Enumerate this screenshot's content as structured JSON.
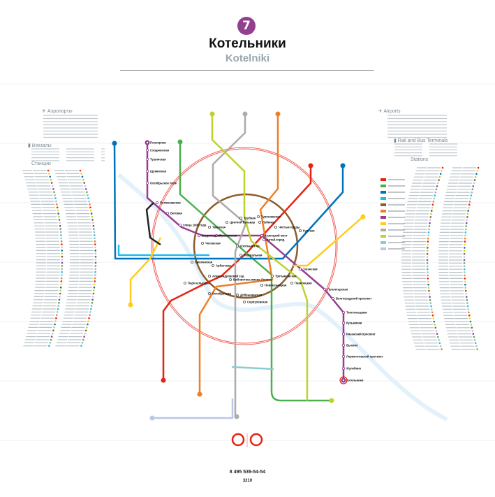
{
  "header": {
    "line_number": "7",
    "station_ru": "Котельники",
    "station_en": "Kotelniki"
  },
  "index_left": {
    "airports": "Аэропорты",
    "terminals": "Вокзалы",
    "stations": "Станции"
  },
  "index_right": {
    "airports": "Airports",
    "terminals": "Rail and Bus Terminals",
    "stations": "Stations"
  },
  "colors": {
    "l1": "#e42313",
    "l2": "#4baf4f",
    "l3": "#0072ba",
    "l4": "#1ebcef",
    "l5": "#8e5b29",
    "l6": "#f07e24",
    "l7": "#943e90",
    "l8": "#ffcd1c",
    "l9": "#adacac",
    "l10": "#bed12c",
    "l11": "#88cdcf",
    "l12": "#bac8e8",
    "mcc": "#f0605a"
  },
  "stations": [
    "Котельники",
    "Жулебино",
    "Лермонтовский проспект",
    "Выхино",
    "Рязанский проспект",
    "Кузьминки",
    "Текстильщики",
    "Волгоградский проспект",
    "Пролетарская",
    "Таганская",
    "Китай-город",
    "Кузнецкий мост",
    "Пушкинская",
    "Баррикадная",
    "Улица 1905 года",
    "Беговая",
    "Полежаевская",
    "Октябрьское поле",
    "Щукинская",
    "Тушинская",
    "Сходненская",
    "Планерная",
    "Охотный Ряд",
    "Лубянка",
    "Театральная",
    "Библиотека имени Ленина",
    "Арбатская",
    "Александровский сад",
    "Смоленская",
    "Тверская",
    "Чеховская",
    "Трубная",
    "Цветной бульвар",
    "Тургеневская",
    "Чистые пруды",
    "Курская",
    "Павелецкая",
    "Новокузнецкая",
    "Третьяковская",
    "Октябрьская",
    "Добрынинская",
    "Серпуховская",
    "Парк культуры"
  ],
  "footer": {
    "phone": "8 495 539-54-54",
    "short_number": "3210"
  }
}
